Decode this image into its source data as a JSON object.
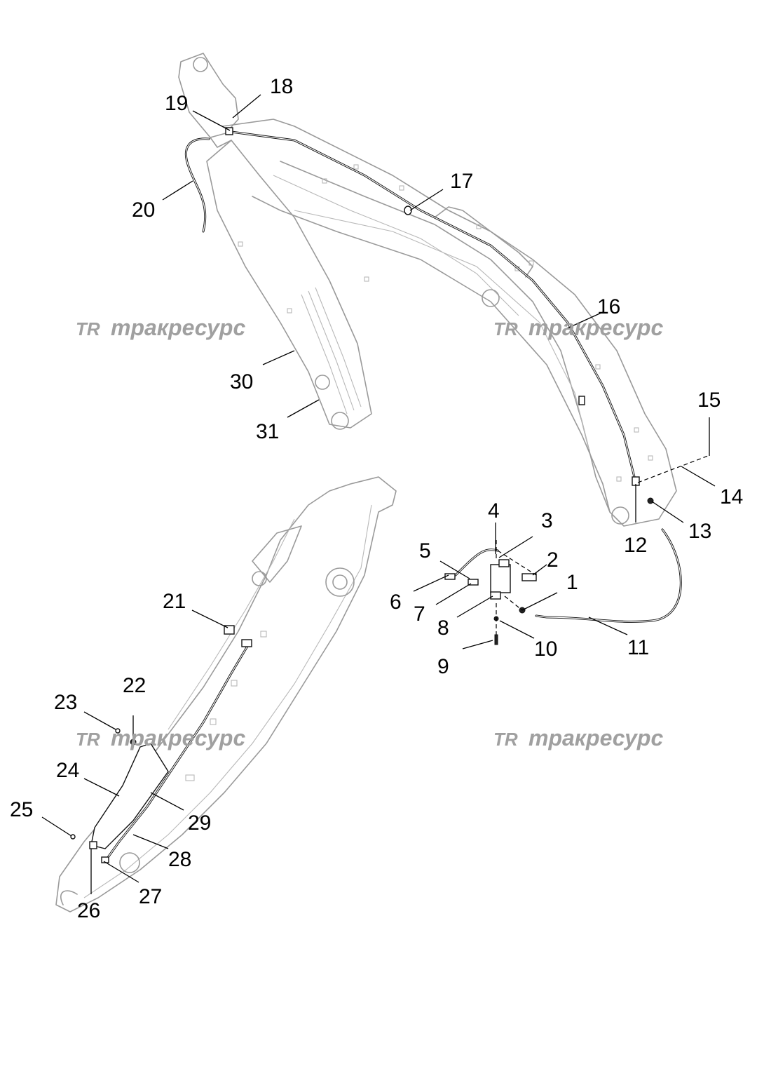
{
  "watermark": {
    "logo": "TR",
    "text": "тракресурс"
  },
  "callouts": {
    "c1": "1",
    "c2": "2",
    "c3": "3",
    "c4": "4",
    "c5": "5",
    "c6": "6",
    "c7": "7",
    "c8": "8",
    "c9": "9",
    "c10": "10",
    "c11": "11",
    "c12": "12",
    "c13": "13",
    "c14": "14",
    "c15": "15",
    "c16": "16",
    "c17": "17",
    "c18": "18",
    "c19": "19",
    "c20": "20",
    "c21": "21",
    "c22": "22",
    "c23": "23",
    "c24": "24",
    "c25": "25",
    "c26": "26",
    "c27": "27",
    "c28": "28",
    "c29": "29",
    "c30": "30",
    "c31": "31"
  }
}
